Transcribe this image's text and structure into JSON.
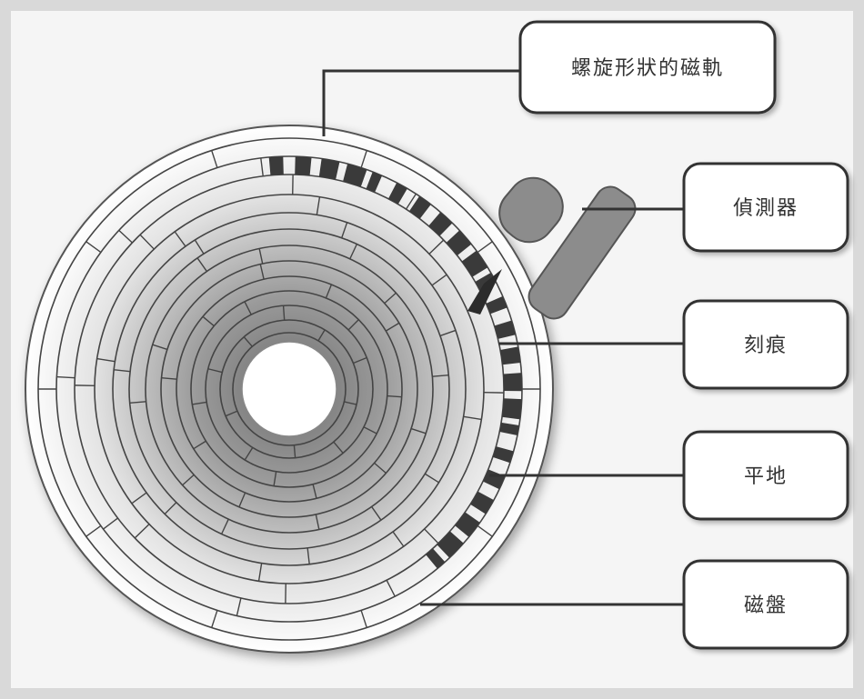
{
  "labels": {
    "spiral_track": "螺旋形狀的磁軌",
    "detector": "偵測器",
    "pit": "刻痕",
    "land": "平地",
    "disc": "磁盤"
  },
  "colors": {
    "background": "#f2f2f2",
    "frame": "#d6d6d6",
    "disc_edge": "#ffffff",
    "disc_center": "#6e6e6e",
    "track_line": "#444444",
    "pit_fill": "#3a3a3a",
    "detector_body": "#8c8c8c",
    "leader_line": "#333333"
  }
}
